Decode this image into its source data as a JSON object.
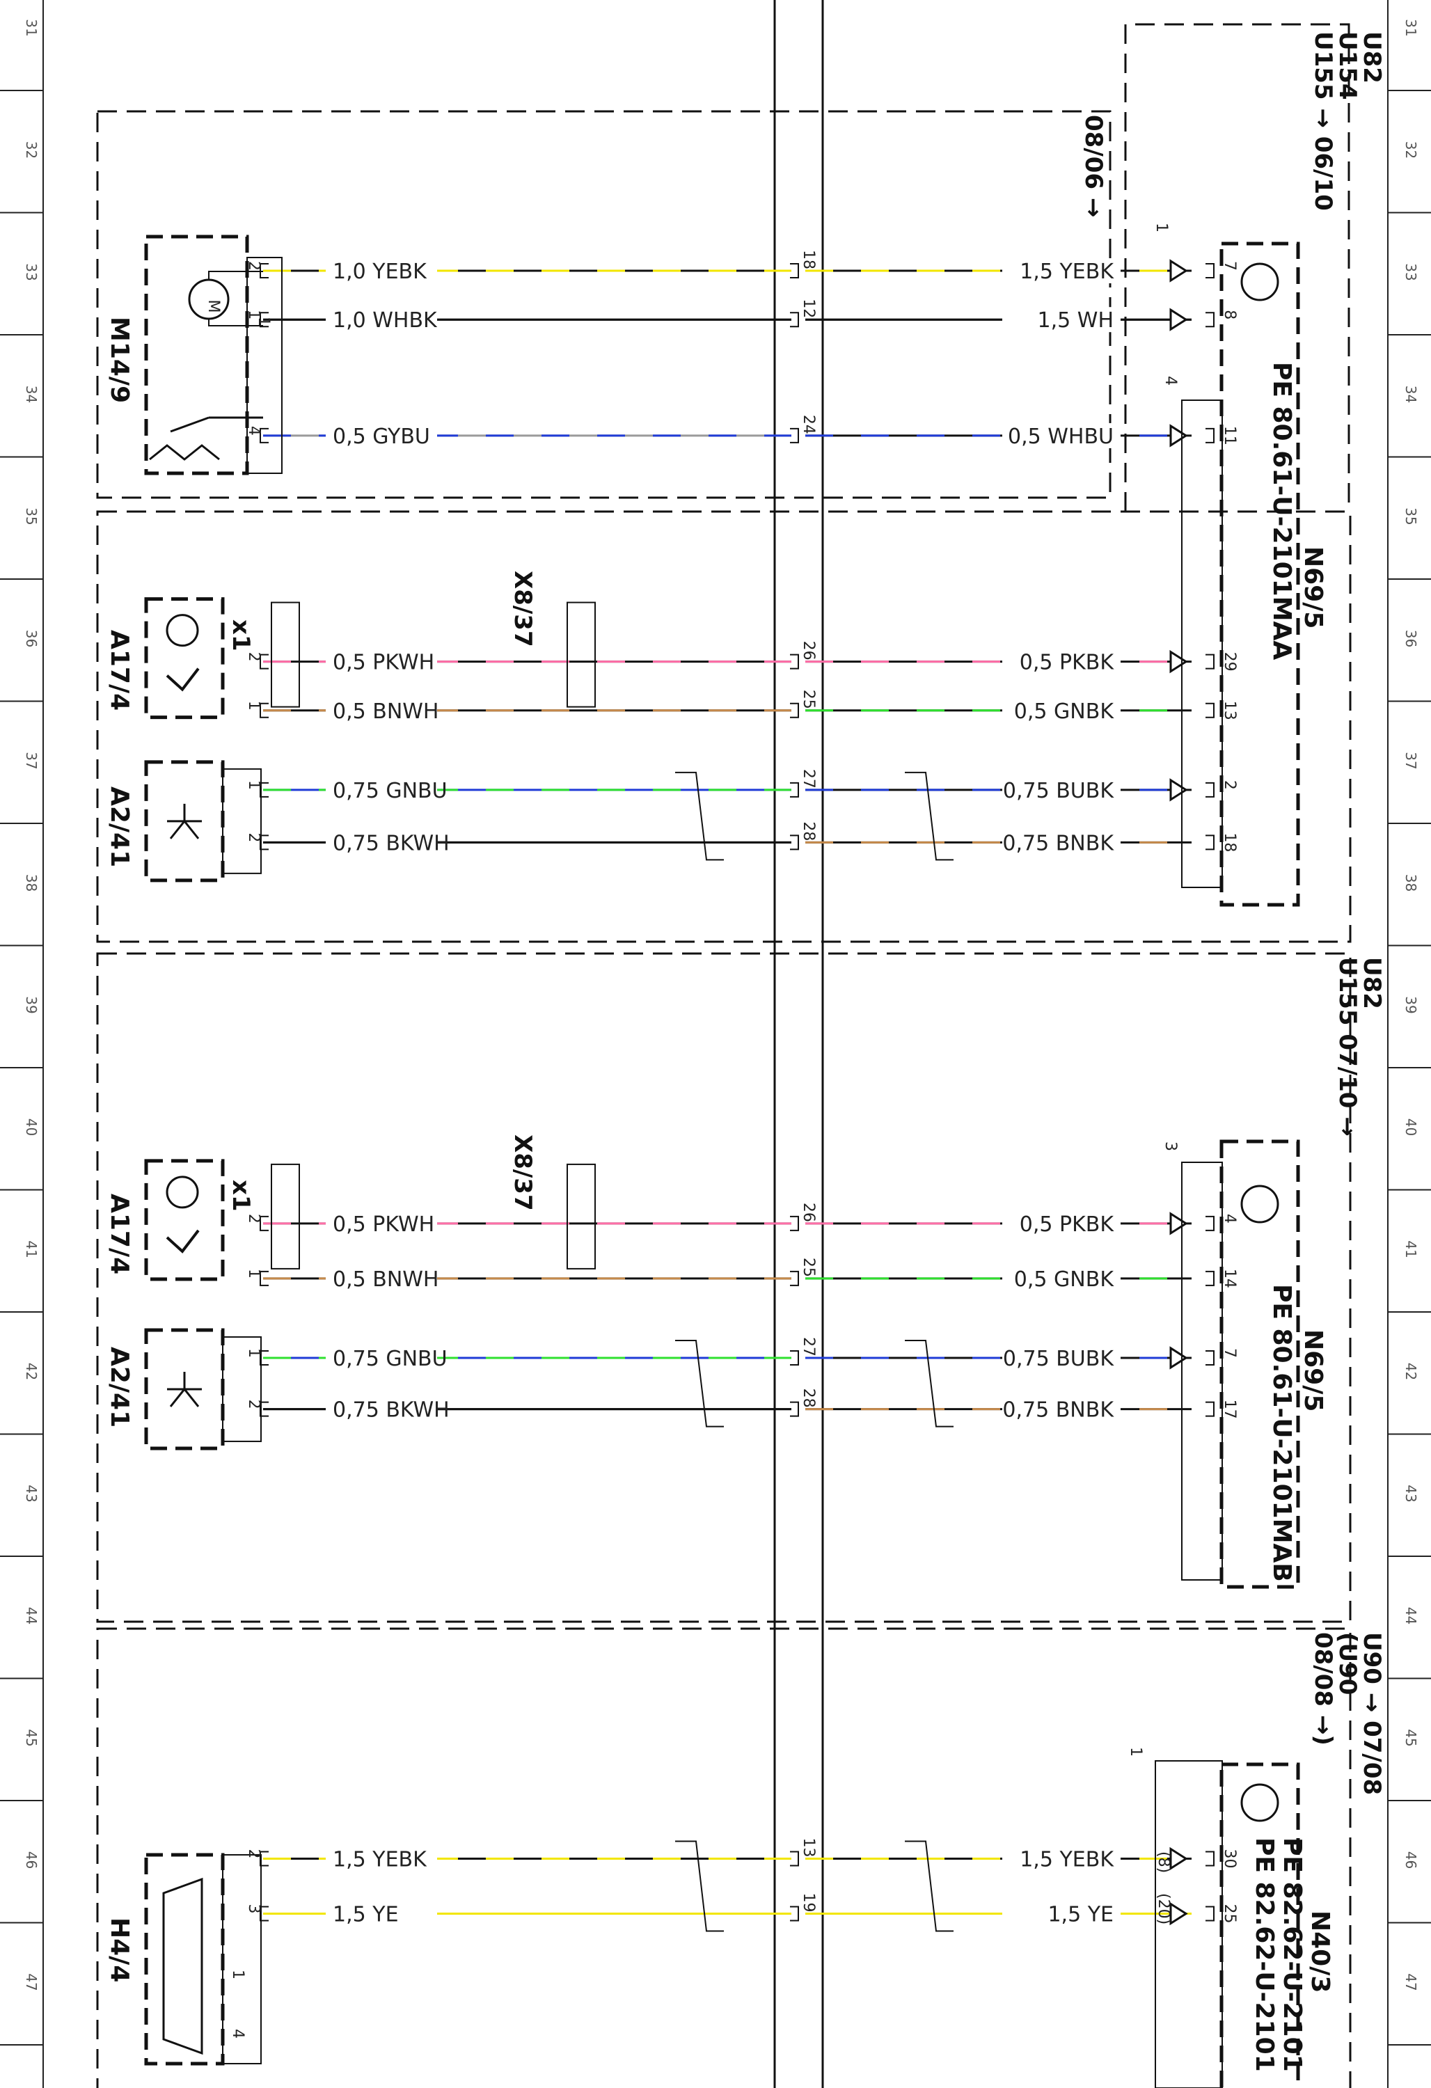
{
  "colors": {
    "YE": "#f2e600",
    "BK": "#111111",
    "WH": "#ffffff",
    "GY": "#9a9a9a",
    "BU": "#1f3bd6",
    "PK": "#ff6fa8",
    "BN": "#c58a4c",
    "GN": "#2fe02f"
  },
  "grid_numbers": [
    "31",
    "32",
    "33",
    "34",
    "35",
    "36",
    "37",
    "38",
    "39",
    "40",
    "41",
    "42",
    "43",
    "44",
    "45",
    "46",
    "47"
  ],
  "frames": {
    "top_right": [
      "U82",
      "U154",
      "U155 → 06/10"
    ],
    "block1_ref": "08/06 →",
    "block2": [
      "U82",
      "U155  07/10 →"
    ],
    "block3": [
      "U90 → 07/08",
      "(U90",
      "08/08 →)"
    ]
  },
  "components": {
    "m14_9": "M14/9",
    "a17_4_1": "A17/4",
    "a2_41_1": "A2/41",
    "x8_37_1": "X8/37",
    "x1_1": "x1",
    "a17_4_2": "A17/4",
    "a2_41_2": "A2/41",
    "x8_37_2": "X8/37",
    "x1_2": "x1",
    "h4_4": "H4/4",
    "n69_5_1": "N69/5",
    "n69_5_1_code": "PE 80.61-U-2101MAA",
    "n69_5_2": "N69/5",
    "n69_5_2_code": "PE 80.61-U-2101MAB",
    "n40_3": "N40/3",
    "n40_3_code1": "PE 82.62-U-2101",
    "n40_3_code2": "PE 82.62-U-2101"
  },
  "wires": [
    {
      "row": 33,
      "left_pin": "2",
      "left_label": "1,0 YEBK",
      "mid_pin": "18",
      "right_label": "1,5 YEBK",
      "right_pin": "7",
      "lc": [
        "YE",
        "BK"
      ],
      "rc": [
        "YE",
        "BK"
      ]
    },
    {
      "row": 33.4,
      "left_pin": "1",
      "left_label": "1,0 WHBK",
      "mid_pin": "12",
      "right_label": "1,5 WH",
      "right_pin": "8",
      "lc": [
        "BK",
        "BK"
      ],
      "rc": [
        "BK",
        "BK"
      ]
    },
    {
      "row": 34.35,
      "left_pin": "4",
      "left_label": "0,5 GYBU",
      "mid_pin": "24",
      "right_label": "0,5 WHBU",
      "right_pin": "11",
      "lc": [
        "BU",
        "GY"
      ],
      "rc": [
        "BU",
        "BK"
      ]
    },
    {
      "row": 36.2,
      "left_pin": "2",
      "left_label": "0,5 PKWH",
      "mid_pin": "26",
      "right_label": "0,5 PKBK",
      "right_pin": "29",
      "lc": [
        "PK",
        "BK"
      ],
      "rc": [
        "PK",
        "BK"
      ]
    },
    {
      "row": 36.6,
      "left_pin": "1",
      "left_label": "0,5 BNWH",
      "mid_pin": "25",
      "right_label": "0,5 GNBK",
      "right_pin": "13",
      "lc": [
        "BN",
        "BK"
      ],
      "rc": [
        "GN",
        "BK"
      ]
    },
    {
      "row": 37.25,
      "left_pin": "1",
      "left_label": "0,75 GNBU",
      "mid_pin": "27",
      "right_label": "0,75 BUBK",
      "right_pin": "2",
      "lc": [
        "GN",
        "BU"
      ],
      "rc": [
        "BU",
        "BK"
      ]
    },
    {
      "row": 37.68,
      "left_pin": "2",
      "left_label": "0,75 BKWH",
      "mid_pin": "28",
      "right_label": "0,75 BNBK",
      "right_pin": "18",
      "lc": [
        "BK",
        "BK"
      ],
      "rc": [
        "BN",
        "BK"
      ]
    },
    {
      "row": 40.8,
      "left_pin": "2",
      "left_label": "0,5 PKWH",
      "mid_pin": "26",
      "right_label": "0,5 PKBK",
      "right_pin": "4",
      "lc": [
        "PK",
        "BK"
      ],
      "rc": [
        "PK",
        "BK"
      ]
    },
    {
      "row": 41.25,
      "left_pin": "1",
      "left_label": "0,5 BNWH",
      "mid_pin": "25",
      "right_label": "0,5 GNBK",
      "right_pin": "14",
      "lc": [
        "BN",
        "BK"
      ],
      "rc": [
        "GN",
        "BK"
      ]
    },
    {
      "row": 41.9,
      "left_pin": "1",
      "left_label": "0,75 GNBU",
      "mid_pin": "27",
      "right_label": "0,75 BUBK",
      "right_pin": "7",
      "lc": [
        "GN",
        "BU"
      ],
      "rc": [
        "BU",
        "BK"
      ]
    },
    {
      "row": 42.32,
      "left_pin": "2",
      "left_label": "0,75 BKWH",
      "mid_pin": "28",
      "right_label": "0,75 BNBK",
      "right_pin": "17",
      "lc": [
        "BK",
        "BK"
      ],
      "rc": [
        "BN",
        "BK"
      ]
    },
    {
      "row": 46.0,
      "left_pin": "2",
      "left_label": "1,5 YEBK",
      "mid_pin": "13",
      "right_label": "1,5 YEBK",
      "right_pin": "30",
      "lc": [
        "YE",
        "BK"
      ],
      "rc": [
        "YE",
        "BK"
      ]
    },
    {
      "row": 46.45,
      "left_pin": "3",
      "left_label": "1,5 YE",
      "mid_pin": "19",
      "right_label": "1,5 YE",
      "right_pin": "25",
      "lc": [
        "YE",
        "YE"
      ],
      "rc": [
        "YE",
        "YE"
      ]
    }
  ],
  "extra_pins": {
    "m14_9_pin1": "1",
    "n69_top_1": "1",
    "n69_top_4": "4",
    "n69_b2_3": "3",
    "n40_1": "1",
    "n40_alt1": "(8)",
    "n40_alt2": "(20)",
    "h4_4_pin1": "1",
    "h4_4_pin4": "4"
  }
}
